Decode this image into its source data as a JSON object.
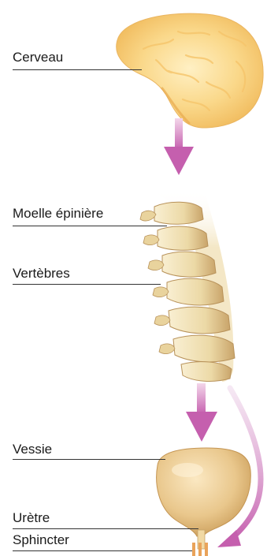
{
  "labels": {
    "brain": "Cerveau",
    "spinal_cord": "Moelle épinière",
    "vertebrae": "Vertèbres",
    "bladder": "Vessie",
    "urethra": "Urètre",
    "sphincter": "Sphincter"
  },
  "colors": {
    "brain": "#f7cd73",
    "bone": "#efe0b4",
    "bone_shadow": "#c9a772",
    "bladder": "#e7c589",
    "sphincter": "#e9a35a",
    "signal_arrow": "#c96bb4",
    "leader_line": "#333333"
  }
}
